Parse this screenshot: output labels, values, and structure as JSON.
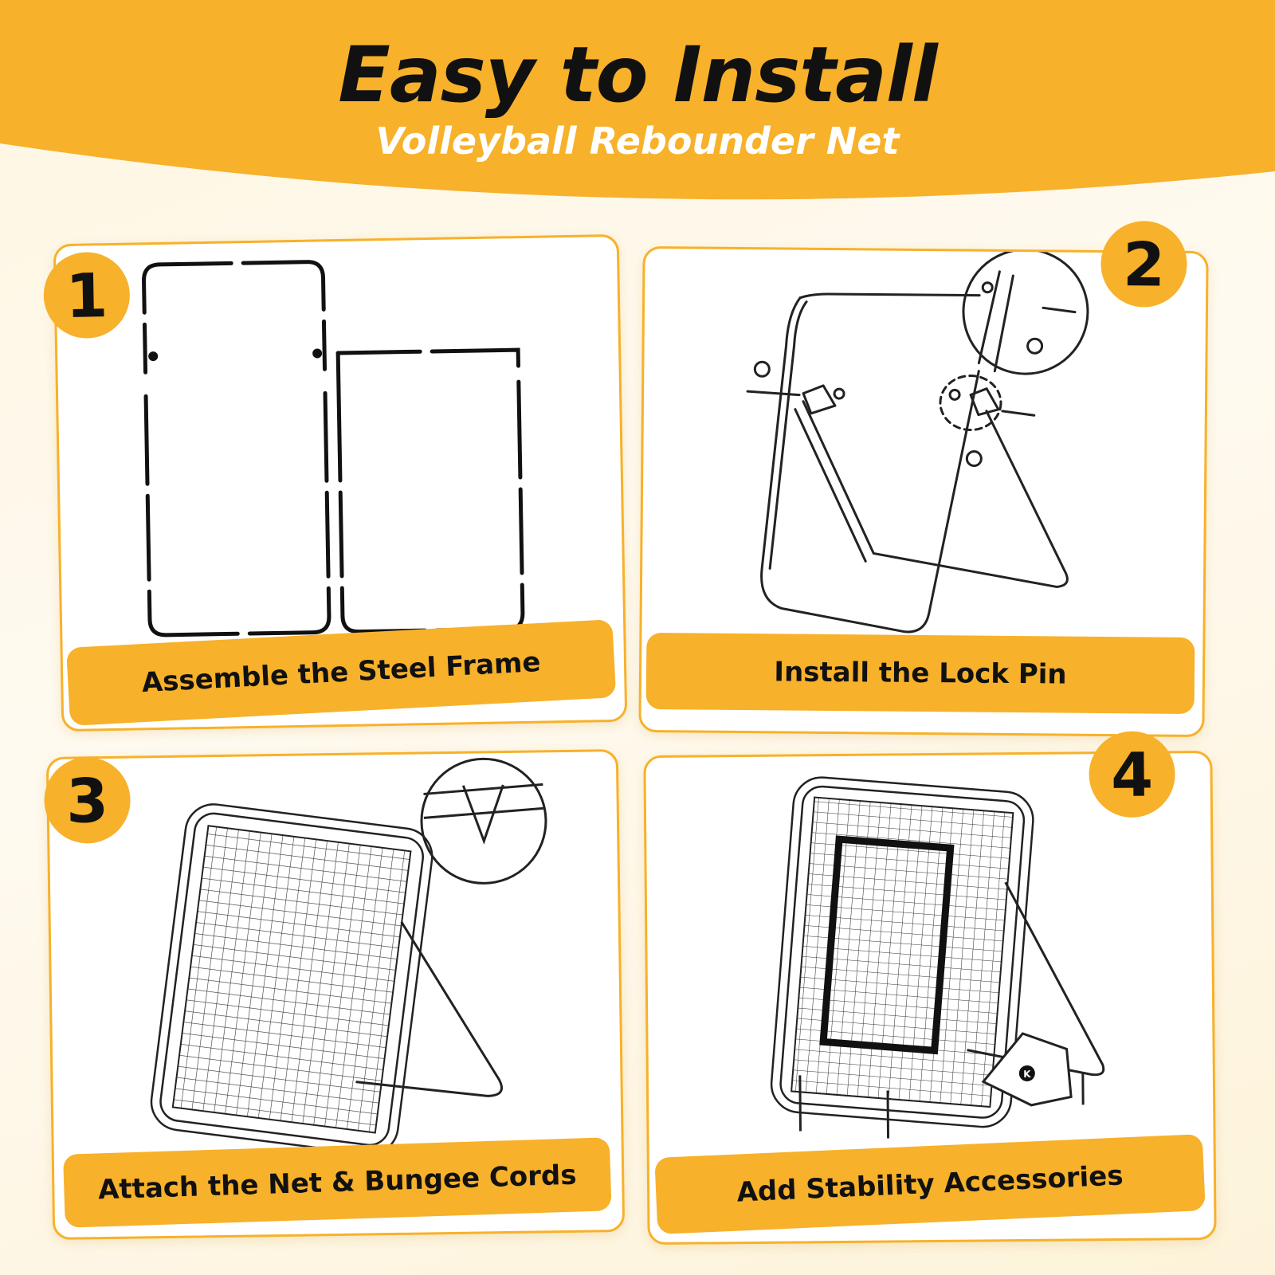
{
  "header": {
    "title": "Easy to Install",
    "subtitle": "Volleyball Rebounder Net"
  },
  "colors": {
    "accent": "#f7b12a",
    "text": "#111111",
    "subtitle": "#ffffff"
  },
  "steps": [
    {
      "number": "1",
      "caption": "Assemble the Steel Frame",
      "illustration": "frame-parts-illustration"
    },
    {
      "number": "2",
      "caption": "Install the Lock Pin",
      "illustration": "lock-pin-illustration"
    },
    {
      "number": "3",
      "caption": "Attach the Net & Bungee Cords",
      "illustration": "net-bungee-illustration"
    },
    {
      "number": "4",
      "caption": "Add Stability Accessories",
      "illustration": "stability-accessories-illustration"
    }
  ],
  "logo_letter": "K"
}
